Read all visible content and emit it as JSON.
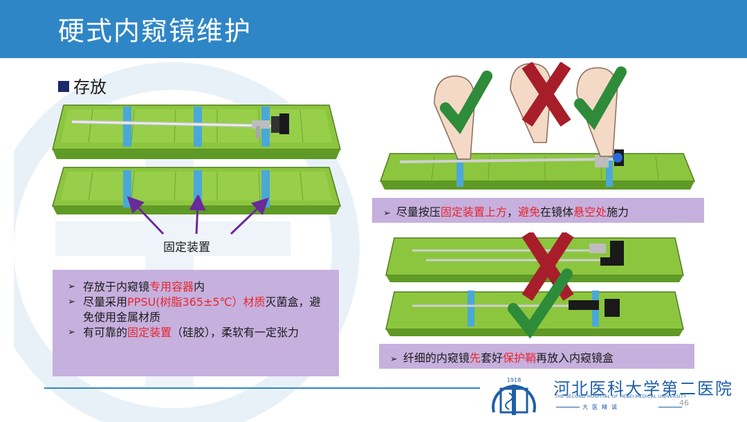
{
  "slide": {
    "title": "硬式内窥镜维护",
    "section": "存放",
    "fixing_label": "固定装置",
    "page_number": "46"
  },
  "left_box": {
    "items": [
      {
        "parts": [
          {
            "text": "存放于内窥镜",
            "hl": false
          },
          {
            "text": "专用容器",
            "hl": true
          },
          {
            "text": "内",
            "hl": false
          }
        ]
      },
      {
        "parts": [
          {
            "text": "尽量采用",
            "hl": false
          },
          {
            "text": "PPSU(树脂365±5℃）材质",
            "hl": true
          },
          {
            "text": "灭菌盒，避免使用金属材质",
            "hl": false
          }
        ]
      },
      {
        "parts": [
          {
            "text": "有可靠的",
            "hl": false
          },
          {
            "text": "固定装置",
            "hl": true
          },
          {
            "text": "（硅胶），柔软有一定张力",
            "hl": false
          }
        ]
      }
    ]
  },
  "right_top_box": {
    "parts": [
      {
        "text": "尽量按压",
        "hl": false
      },
      {
        "text": "固定装置上方",
        "hl": true
      },
      {
        "text": "，",
        "hl": false
      },
      {
        "text": "避免",
        "hl": true
      },
      {
        "text": "在镜体",
        "hl": false
      },
      {
        "text": "悬空处",
        "hl": true
      },
      {
        "text": "施力",
        "hl": false
      }
    ]
  },
  "right_bottom_box": {
    "parts": [
      {
        "text": "纤细的内窥镜",
        "hl": false
      },
      {
        "text": "先",
        "hl": true
      },
      {
        "text": "套好",
        "hl": false
      },
      {
        "text": "保护鞘",
        "hl": true
      },
      {
        "text": "再放入内窥镜盒",
        "hl": false
      }
    ]
  },
  "logo": {
    "year": "1918",
    "name_cn": "河北医科大学第二医院",
    "name_en": "THE SECOND HOSPITAL OF HEBEI MEDICAL UNIVERSITY",
    "motto": "大医精诚"
  },
  "colors": {
    "header": "#2f86c6",
    "box": "#c6b0de",
    "highlight": "#e8262d",
    "tray": "#7cc242",
    "holder": "#4aa8d8",
    "check": "#2e8b3a",
    "cross": "#a71e2a"
  },
  "icons": [
    "check-icon",
    "cross-icon",
    "arrow-bullet-icon",
    "hand-icon"
  ]
}
